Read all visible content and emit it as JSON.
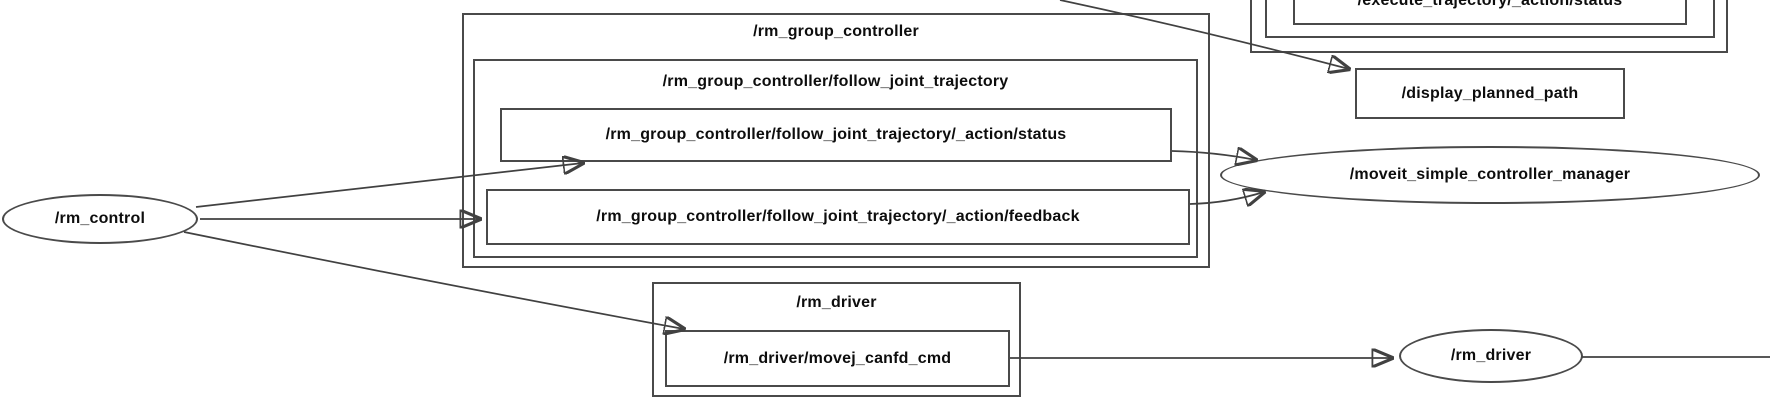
{
  "nodes": {
    "rm_control": "/rm_control",
    "rm_group_controller": "/rm_group_controller",
    "follow_joint_trajectory": "/rm_group_controller/follow_joint_trajectory",
    "follow_joint_trajectory_action_status": "/rm_group_controller/follow_joint_trajectory/_action/status",
    "follow_joint_trajectory_action_feedback": "/rm_group_controller/follow_joint_trajectory/_action/feedback",
    "execute_trajectory_action_status": "/execute_trajectory/_action/status",
    "display_planned_path": "/display_planned_path",
    "moveit_simple_controller_manager": "/moveit_simple_controller_manager",
    "rm_driver_namespace": "/rm_driver",
    "rm_driver_movej_canfd_cmd": "/rm_driver/movej_canfd_cmd",
    "rm_driver_node": "/rm_driver"
  },
  "colors": {
    "background": "#ffffff",
    "border": "#4a4a4a",
    "edge": "#414141",
    "text": "#0d0d0d"
  }
}
